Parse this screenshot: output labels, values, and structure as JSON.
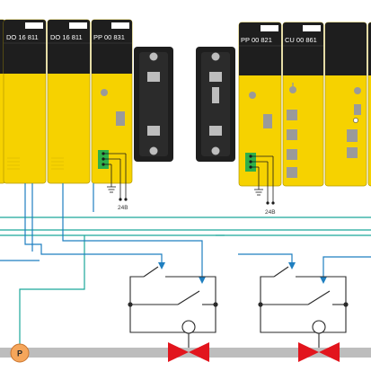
{
  "modules_left": [
    {
      "label": ""
    },
    {
      "label": "DO 16 811"
    },
    {
      "label": "DO 16 811"
    },
    {
      "label": "PP 00 831"
    }
  ],
  "modules_right": [
    {
      "label": "PP 00 821"
    },
    {
      "label": "CU 00 861"
    },
    {
      "label": ""
    },
    {
      "label": ""
    }
  ],
  "supply_left": "24B",
  "supply_right": "24B",
  "pump_label": "P",
  "colors": {
    "module_yellow": "#f6d200",
    "module_head": "#1e1e1e",
    "wire_blue": "#1f7fc0",
    "wire_teal": "#1aa79a",
    "valve_red": "#e2151d",
    "pump_orange": "#f5a65b",
    "pipe_gray": "#bdbdbd",
    "terminal_green": "#2eb04a"
  }
}
